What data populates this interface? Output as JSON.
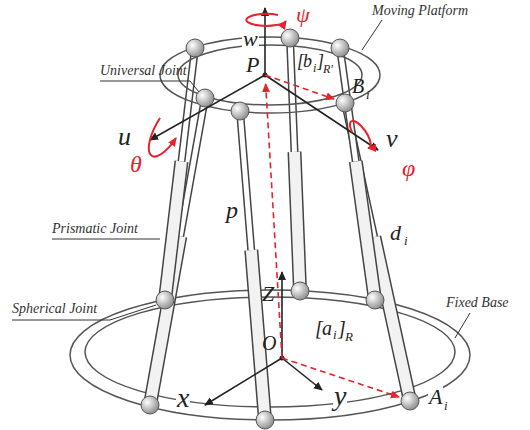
{
  "diagram": {
    "labels": [
      "Moving Platform",
      "Universal Joint",
      "Prismatic Joint",
      "Spherical Joint",
      "Fixed Base",
      "ψ",
      "w",
      "P",
      "[",
      "b",
      "i",
      "]",
      "R'",
      "u",
      "θ",
      "v",
      "φ",
      "B",
      "i",
      "p",
      "d",
      "i",
      "Z",
      "O",
      "[",
      "a",
      "i",
      "]",
      "R",
      "x",
      "y",
      "A",
      "i"
    ]
  }
}
